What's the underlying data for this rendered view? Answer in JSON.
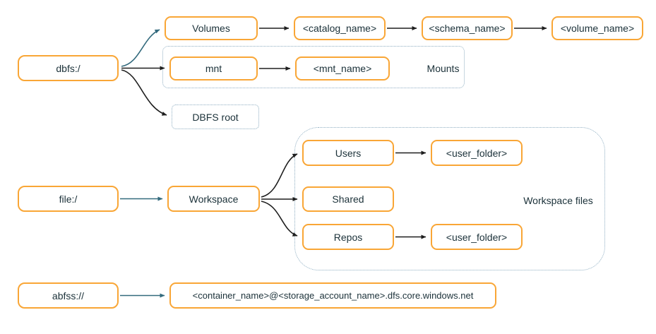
{
  "colors": {
    "box_border_orange": "#F9A636",
    "text_navy": "#1B3139",
    "arrow_teal": "#336A7D",
    "arrow_black": "#1E1E1E",
    "dotted_border_blue": "#8FAEC2"
  },
  "diagram": {
    "roots": {
      "dbfs": "dbfs:/",
      "file": "file:/",
      "abfss": "abfss://"
    },
    "volumes_path": {
      "volumes": "Volumes",
      "catalog": "<catalog_name>",
      "schema": "<schema_name>",
      "volume": "<volume_name>"
    },
    "mounts": {
      "mnt": "mnt",
      "mnt_name": "<mnt_name>",
      "group_label": "Mounts"
    },
    "dbfs_root": {
      "label": "DBFS root"
    },
    "workspace_files": {
      "workspace": "Workspace",
      "users": "Users",
      "user_folder_top": "<user_folder>",
      "shared": "Shared",
      "repos": "Repos",
      "user_folder_bottom": "<user_folder>",
      "group_label": "Workspace files"
    },
    "abfss_target": {
      "label": "<container_name>@<storage_account_name>.dfs.core.windows.net"
    }
  }
}
